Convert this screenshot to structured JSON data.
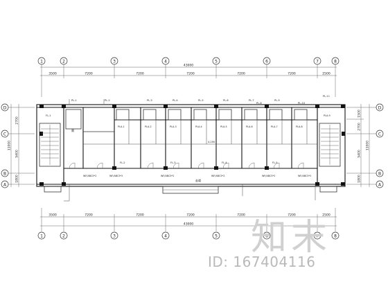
{
  "grid": {
    "cols": [
      "1",
      "2",
      "3",
      "4",
      "5",
      "6",
      "7",
      "8"
    ],
    "rows": [
      "D",
      "C",
      "B",
      "A"
    ]
  },
  "dims": {
    "top_total": "43000",
    "top_bays": [
      "3500",
      "7200",
      "7200",
      "7200",
      "7200",
      "7200",
      "2500"
    ],
    "bottom_total": "43000",
    "bottom_bays": [
      "3500",
      "7200",
      "7200",
      "7200",
      "7200",
      "7200",
      "2500"
    ],
    "left_total": "11000",
    "left_parts": [
      "2700",
      "5400",
      "1800"
    ],
    "right_parts": [
      "1500",
      "2700",
      "5400",
      "1800"
    ],
    "right_total": "11000"
  },
  "labels": {
    "pipe_top": [
      "PL-1",
      "PL-2",
      "PL-3",
      "PL-4",
      "PL-5",
      "PL-6",
      "PL-7",
      "PL-8",
      "PL-9",
      "PL-10",
      "PL-11"
    ],
    "pipe_a": [
      "PLA-1",
      "PLA-2",
      "PLA-3",
      "PLA-4",
      "PLA-5",
      "PLA-6",
      "PLA-7",
      "PLA-8",
      "PLA-9"
    ],
    "fl_labels": [
      "FL-1",
      "FL-2",
      "FL-3",
      "FL-4",
      "FL-5"
    ],
    "wf_labels": [
      "WF/ABC5*2",
      "WF/ABC5*2",
      "WF/ABC5*2",
      "WF/ABC5*2",
      "WF/ABC5*2",
      "WF/ABC5*2"
    ],
    "elev": "4.200",
    "room_small": "厕",
    "corridor": "走道"
  },
  "watermark": {
    "glyphs": [
      "知",
      "末"
    ],
    "id_text": "ID: 167404116"
  }
}
